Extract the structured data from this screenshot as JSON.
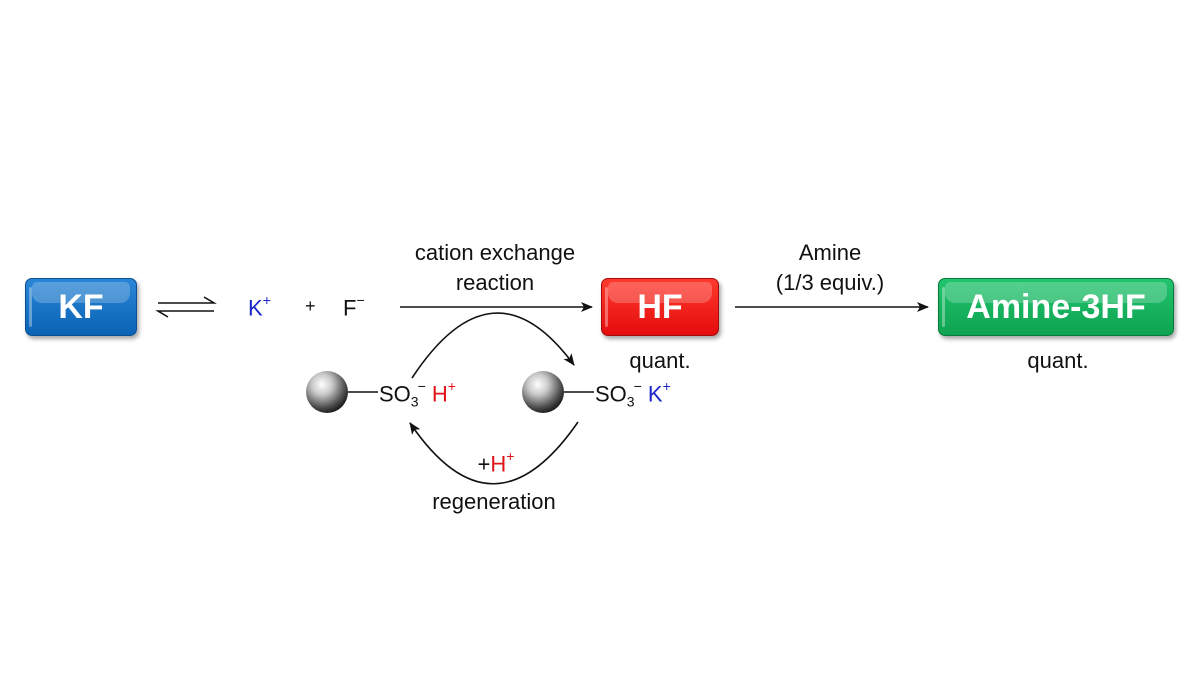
{
  "boxes": {
    "kf": "KF",
    "hf": "HF",
    "amine": "Amine-3HF"
  },
  "ions": {
    "k": "K",
    "k_charge": "+",
    "plus": "+",
    "f": "F",
    "f_charge": "−"
  },
  "arrow1_label": {
    "line1": "cation exchange",
    "line2": "reaction"
  },
  "arrow2_label": {
    "line1": "Amine",
    "line2": "(1/3 equiv.)"
  },
  "yields": {
    "hf": "quant.",
    "amine": "quant."
  },
  "resin_left": {
    "group": "SO",
    "subscript": "3",
    "charge": "−",
    "counterion": "H",
    "counterion_charge": "+"
  },
  "resin_right": {
    "group": "SO",
    "subscript": "3",
    "charge": "−",
    "counterion": "K",
    "counterion_charge": "+"
  },
  "regeneration": {
    "plus": "+",
    "ion": "H",
    "ion_charge": "+",
    "label": "regeneration"
  },
  "colors": {
    "kf_box": "#0a63b5",
    "hf_box": "#e40d0d",
    "amine_box": "#0ea350",
    "potassium_text": "#1c25c8",
    "proton_text": "#e0131b"
  }
}
